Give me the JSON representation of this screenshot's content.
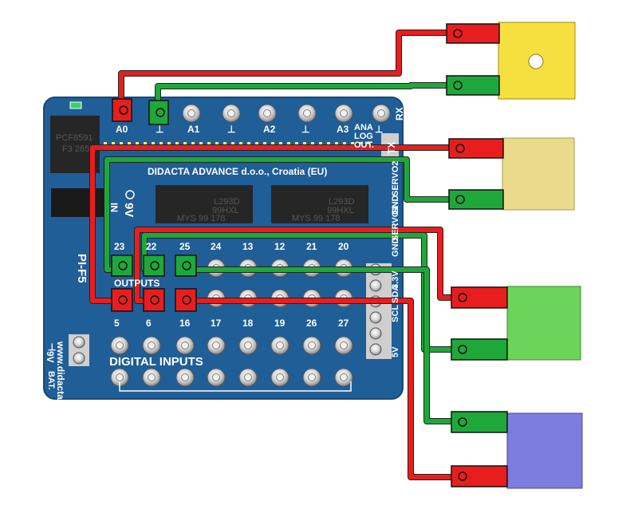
{
  "board": {
    "company": "DIDACTA  ADVANCE d.o.o., Croatia (EU)",
    "website": "www.didacta.hr",
    "model": "PI-F5",
    "adc_chip": "PCF8591",
    "adc_chip_code": "F3 285",
    "driver_chip_1": [
      "L293D",
      "99HXL",
      "MYS  99 178"
    ],
    "driver_chip_2": [
      "L293D",
      "99HXL",
      "MYS  99 178"
    ],
    "power_in_label": "9V",
    "power_in_prefix": "IN",
    "battery_label": "9V",
    "battery_sub": "BAT.",
    "ground_symbol": "⊥",
    "outputs_label": "OUTPUTS",
    "digital_inputs_label": "DIGITAL INPUTS",
    "analog_top_labels": [
      "A0",
      "⊥",
      "A1",
      "⊥",
      "A2",
      "⊥",
      "A3",
      "ANA",
      "LOG",
      "OUT.",
      "⊥",
      "RX",
      "TX"
    ],
    "output_pins_top": [
      "23",
      "22",
      "25",
      "24",
      "13",
      "12",
      "21",
      "20"
    ],
    "output_pins_bottom": [
      "5",
      "6",
      "16",
      "17",
      "18",
      "19",
      "26",
      "27"
    ],
    "side_labels": [
      "SERVO2",
      "GND",
      "SERVO1",
      "GND",
      "3.3V",
      "SDA",
      "SCL",
      "5V"
    ]
  },
  "modules": [
    {
      "name": "servo",
      "color": "#f5e040"
    },
    {
      "name": "sensor-yellow",
      "color": "#eadb8c"
    },
    {
      "name": "sensor-green",
      "color": "#6cd45a"
    },
    {
      "name": "sensor-blue",
      "color": "#7d7de0"
    }
  ],
  "colors": {
    "board": "#1f5e96",
    "wire_red": "#e81e1e",
    "wire_green": "#1fa83a"
  }
}
